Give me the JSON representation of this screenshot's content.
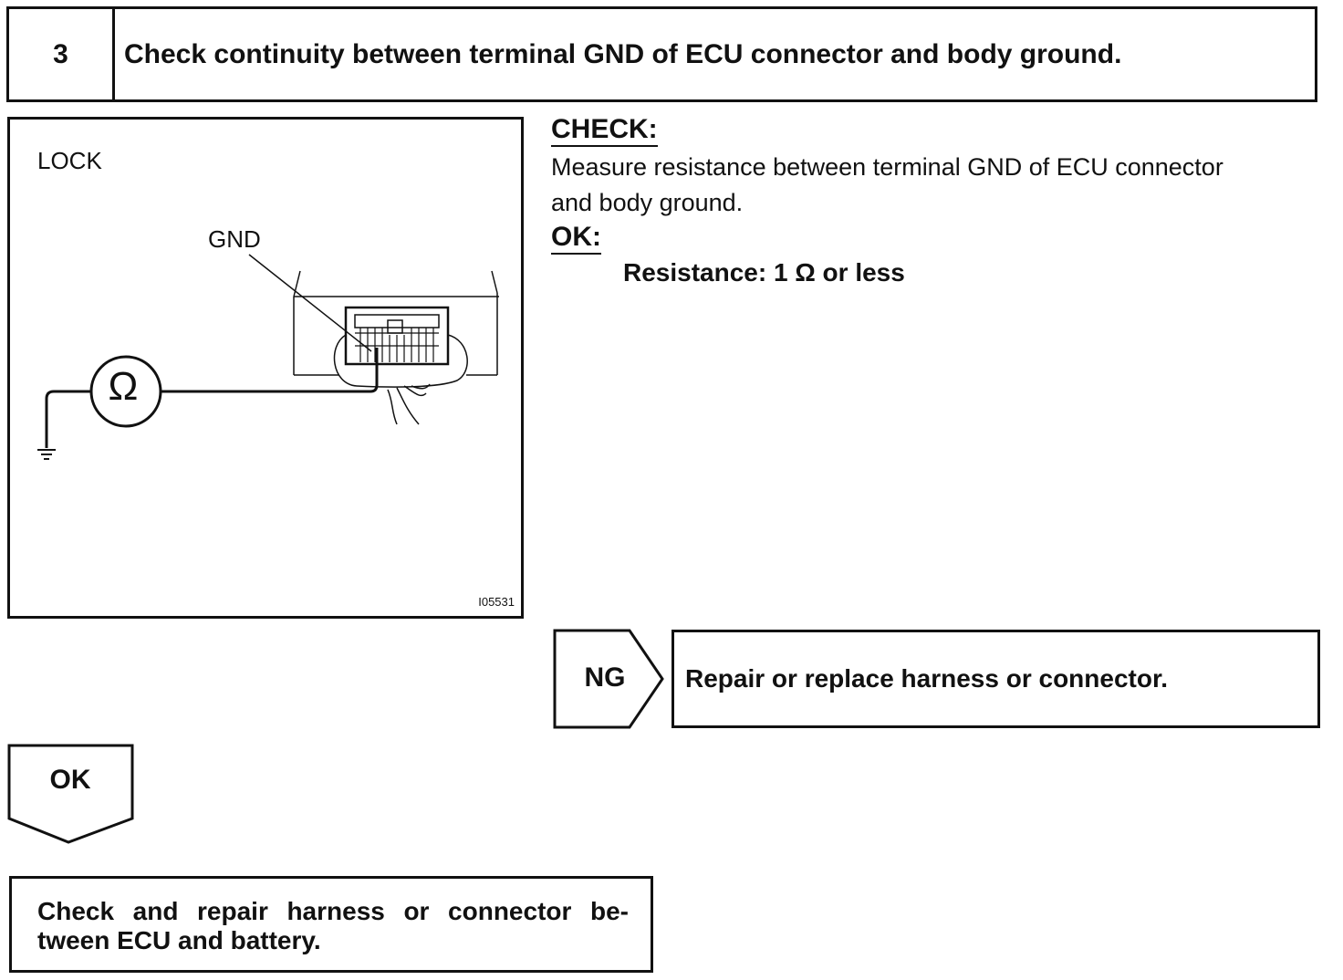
{
  "step": {
    "number": "3",
    "title": "Check continuity between terminal GND of ECU connector and body ground."
  },
  "figure": {
    "lock_label": "LOCK",
    "gnd_label": "GND",
    "ohm_symbol": "Ω",
    "figure_id": "I05531",
    "icons": [
      "ohmmeter-icon",
      "ground-symbol-icon",
      "ecu-connector-icon"
    ]
  },
  "check": {
    "heading": "CHECK:",
    "line1": "Measure resistance between terminal GND of ECU connector",
    "line2": "and body ground."
  },
  "ok_spec": {
    "heading": "OK:",
    "spec": "Resistance: 1 Ω or less"
  },
  "ng": {
    "label": "NG",
    "action": "Repair or replace harness or connector."
  },
  "ok_result": {
    "label": "OK"
  },
  "final": {
    "line1": "Check and repair harness or connector be-",
    "line2": "tween ECU and battery."
  }
}
